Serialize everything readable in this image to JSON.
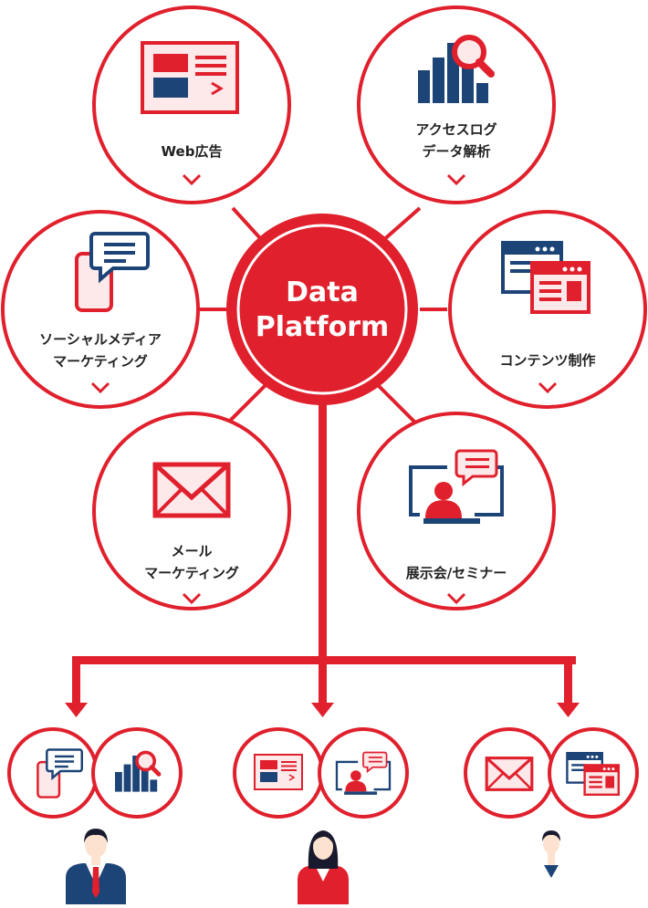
{
  "hub": {
    "line1": "Data",
    "line2": "Platform"
  },
  "services": [
    {
      "id": "web-ad",
      "lines": [
        "Web広告"
      ],
      "icon": "web-ad-icon"
    },
    {
      "id": "access-log",
      "lines": [
        "アクセスログ",
        "データ解析"
      ],
      "icon": "analytics-icon"
    },
    {
      "id": "social",
      "lines": [
        "ソーシャルメディア",
        "マーケティング"
      ],
      "icon": "social-chat-icon"
    },
    {
      "id": "content",
      "lines": [
        "コンテンツ制作"
      ],
      "icon": "content-windows-icon"
    },
    {
      "id": "mail",
      "lines": [
        "メール",
        "マーケティング"
      ],
      "icon": "mail-icon"
    },
    {
      "id": "seminar",
      "lines": [
        "展示会/セミナー"
      ],
      "icon": "seminar-icon"
    }
  ],
  "personas": [
    {
      "id": "businessman",
      "icons": [
        "social-chat-icon",
        "analytics-icon"
      ]
    },
    {
      "id": "businesswoman",
      "icons": [
        "web-ad-icon",
        "seminar-icon"
      ]
    },
    {
      "id": "young-person",
      "icons": [
        "mail-icon",
        "content-windows-icon"
      ]
    }
  ],
  "colors": {
    "accent": "#e0202c",
    "navy": "#1d4477",
    "pink": "#fde8ea",
    "text": "#222222"
  }
}
